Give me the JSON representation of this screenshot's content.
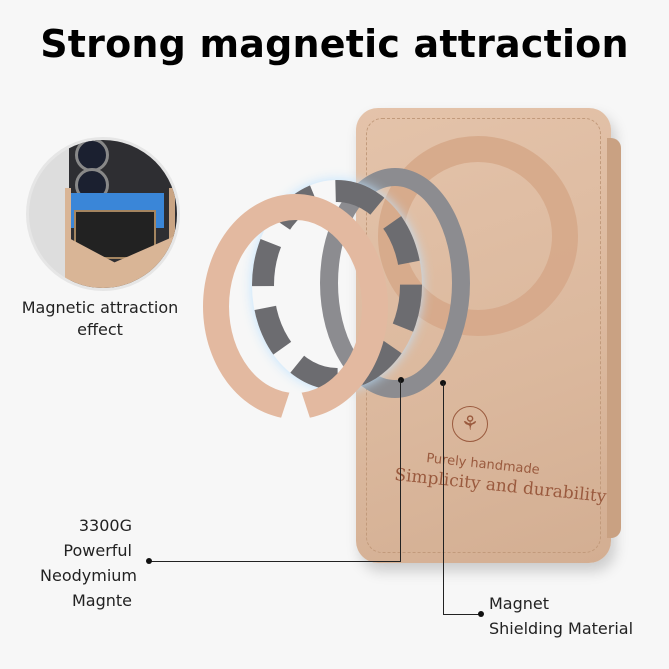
{
  "title": "Strong magnetic attraction",
  "inset": {
    "label_line1": "Magnetic attraction",
    "label_line2": "effect"
  },
  "wallet": {
    "logo_glyph": "⚘",
    "emboss_line1": "Purely handmade",
    "emboss_line2": "Simplicity and durability"
  },
  "callouts": {
    "magnet": [
      "3300G",
      "Powerful",
      "Neodymium",
      "Magnte"
    ],
    "shield": [
      "Magnet",
      "Shielding Material"
    ]
  },
  "colors": {
    "background": "#f7f7f7",
    "leather": "#e4c3aa",
    "emboss": "#9a5a3e",
    "metal": "#8c8c90",
    "magnet_glow": "#bfe3ff"
  }
}
